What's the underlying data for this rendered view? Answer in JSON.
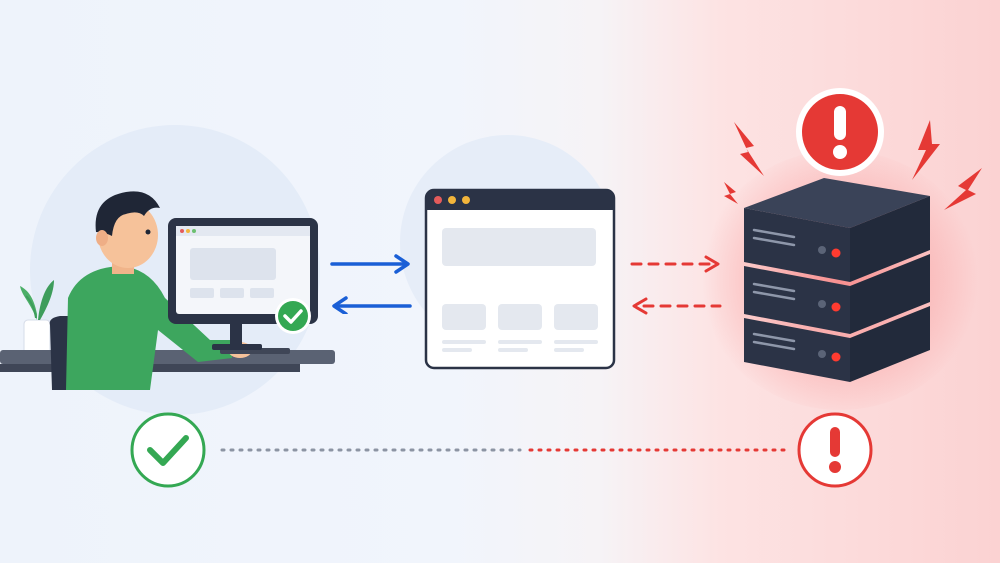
{
  "scene": {
    "client_status": "ok",
    "server_status": "error",
    "request_direction": "client-to-browser",
    "response_direction": "browser-to-client",
    "server_link": "dashed-failing"
  },
  "colors": {
    "ok_green": "#34a853",
    "error_red": "#e53935",
    "arrow_blue": "#1a5fd6",
    "server_dark": "#2b3346",
    "window_bar": "#2b3346"
  },
  "icons": {
    "client": "person-at-computer-icon",
    "browser": "browser-window-icon",
    "server": "server-rack-icon",
    "client_badge": "check-badge-icon",
    "server_badge": "alert-badge-icon",
    "bottom_left": "check-circle-icon",
    "bottom_right": "exclamation-circle-icon"
  }
}
